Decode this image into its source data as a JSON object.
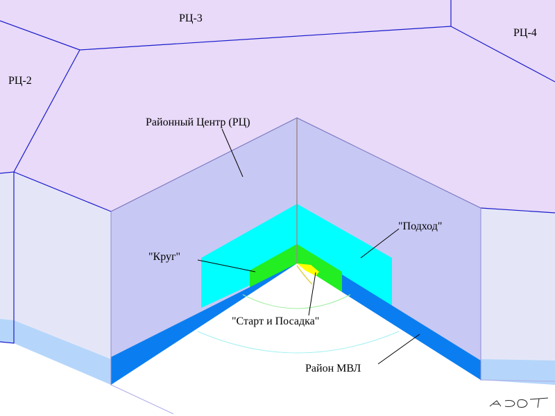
{
  "labels": {
    "rc3": "РЦ-3",
    "rc4": "РЦ-4",
    "rc2": "РЦ-2",
    "district_center": "Районный Центр (РЦ)",
    "approach": "\"Подход\"",
    "circle": "\"Круг\"",
    "takeoff_landing": "\"Старт и Посадка\"",
    "mvl_area": "Район МВЛ"
  },
  "colors": {
    "outer_region_fill": "#e8daf8",
    "region_border": "#1a1acc",
    "rc_wall": "#c8c8f4",
    "side_wall": "#e4e6f8",
    "approach_fill": "#00ffff",
    "circle_fill": "#22ee22",
    "takeoff_fill": "#ffff00",
    "mvl_band": "#0a7ef0",
    "side_band": "#b5d6fa"
  },
  "signature": "signature-mark"
}
